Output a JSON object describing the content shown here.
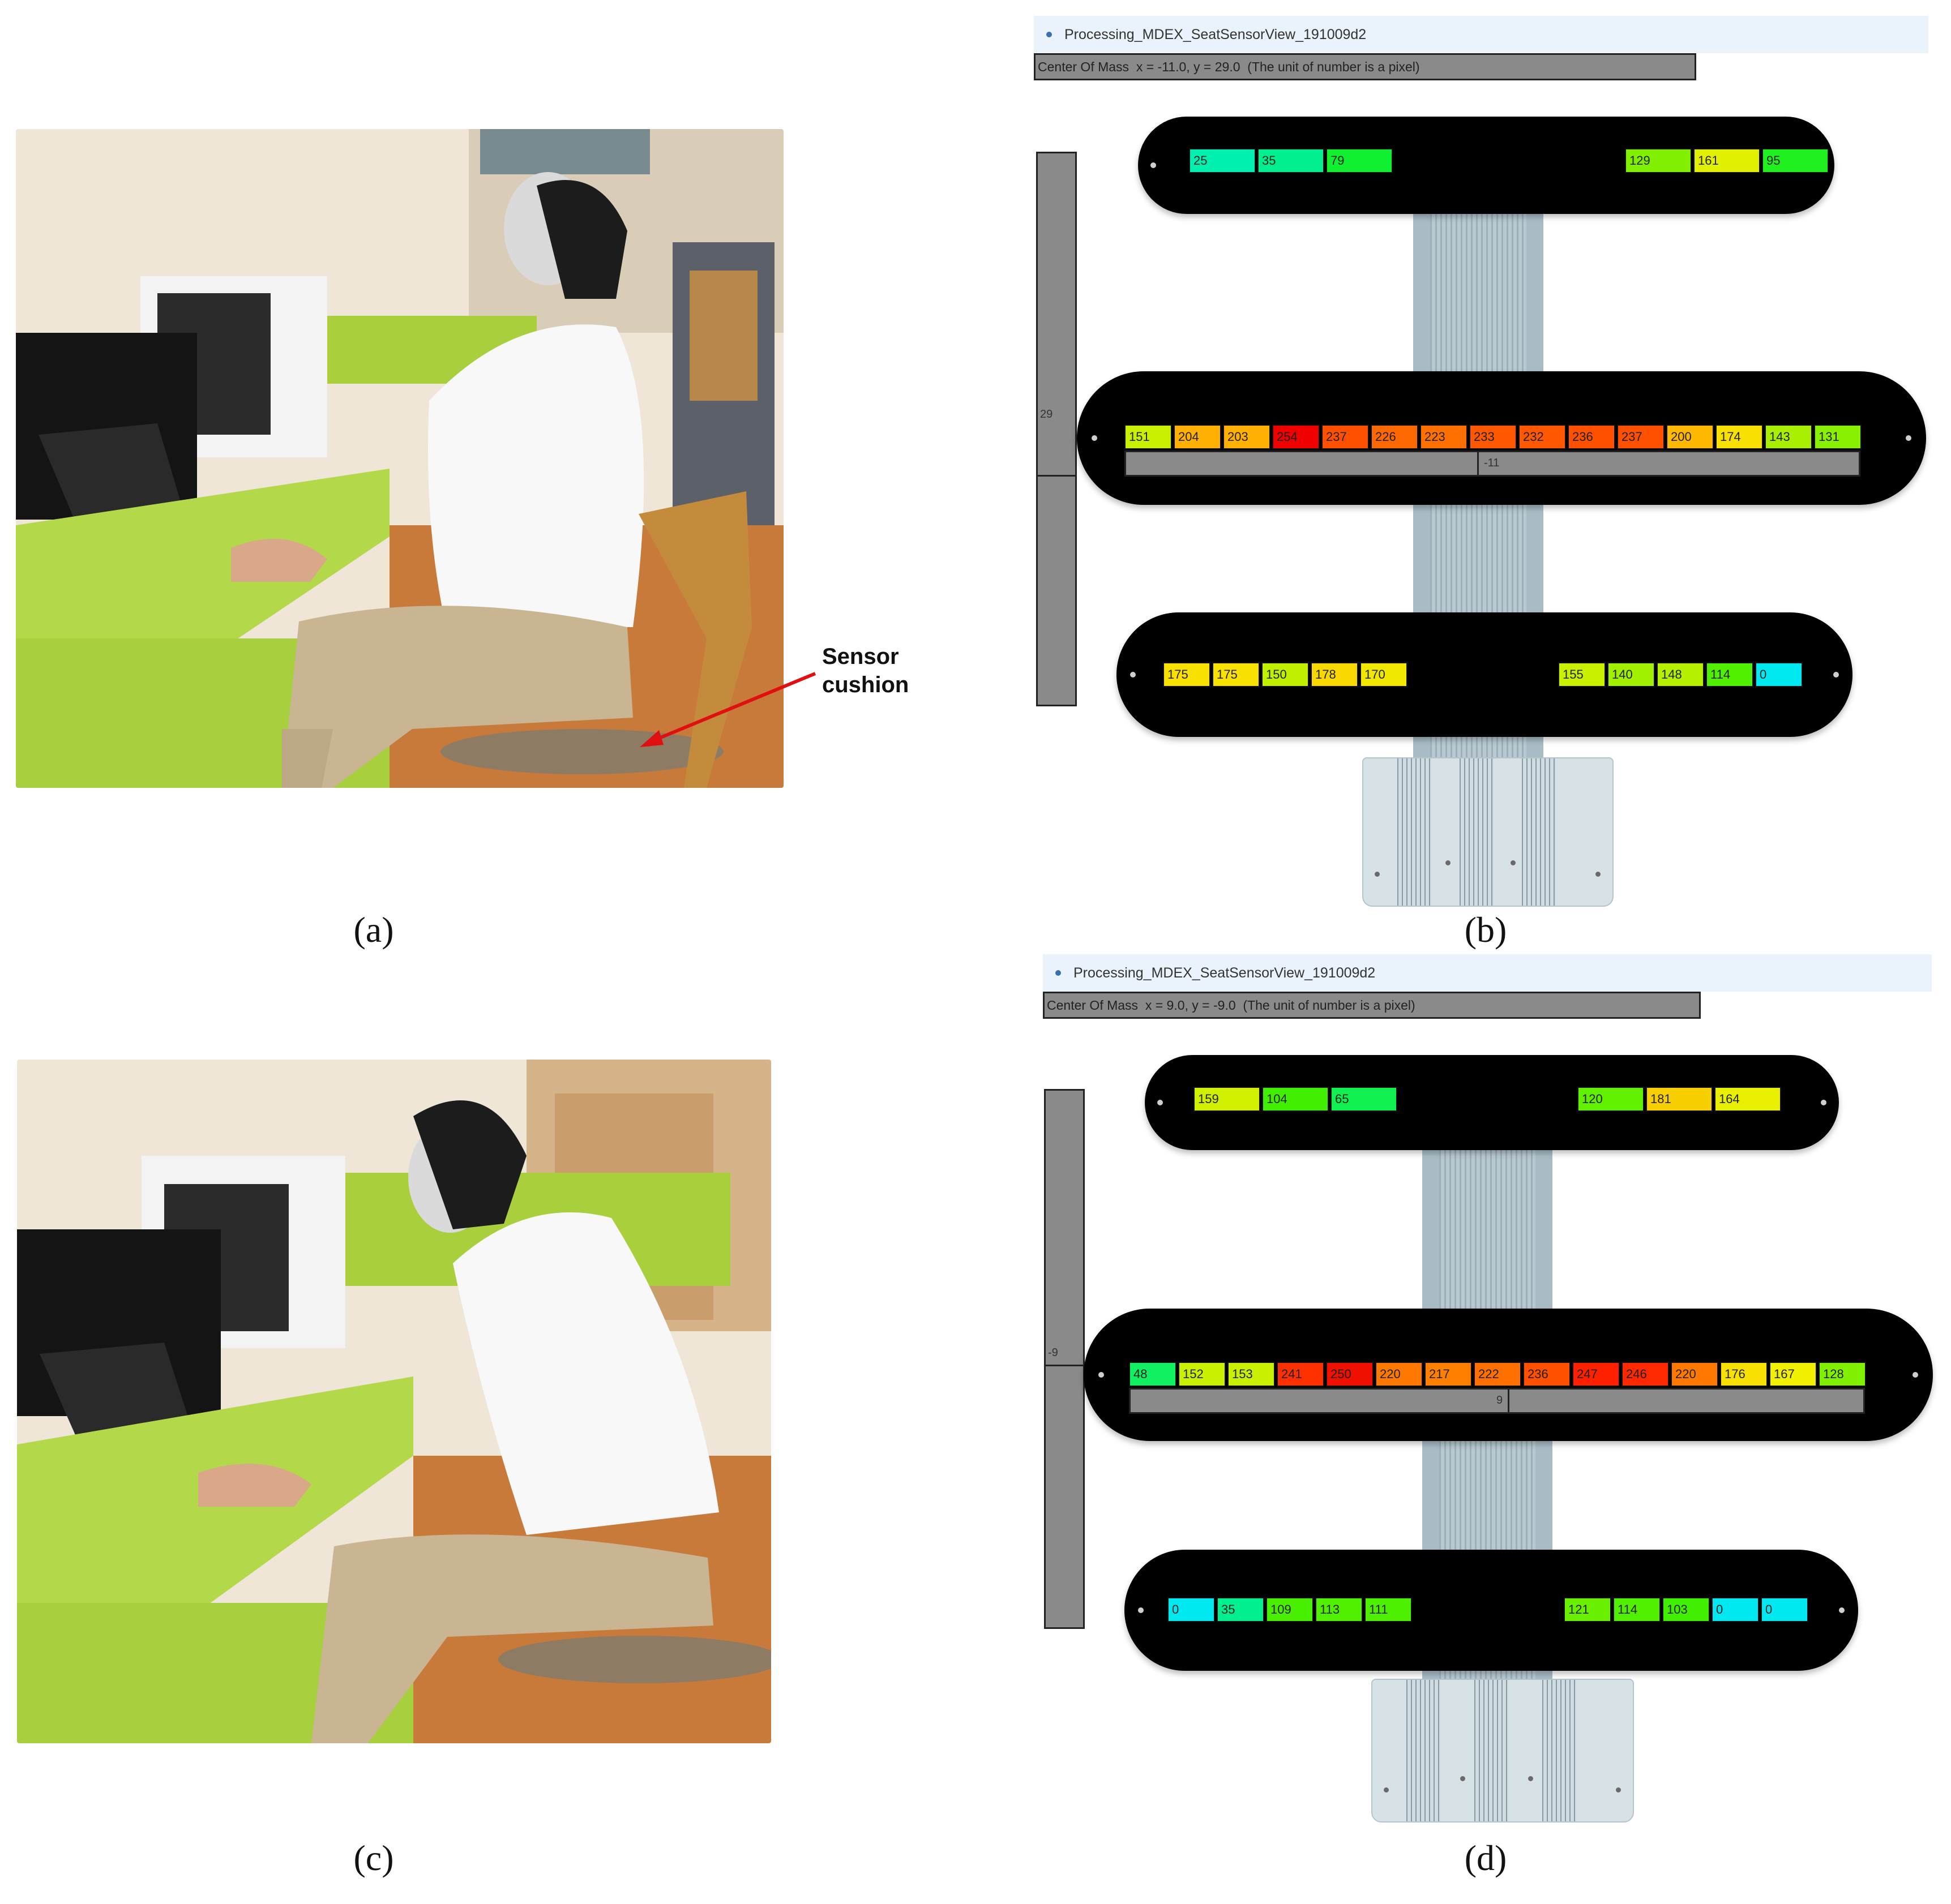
{
  "panels": {
    "a": {
      "caption": "(a)"
    },
    "b": {
      "caption": "(b)"
    },
    "c": {
      "caption": "(c)"
    },
    "d": {
      "caption": "(d)"
    }
  },
  "annotation": {
    "line1": "Sensor",
    "line2": "cushion",
    "arrow_color": "#e01010"
  },
  "view_b": {
    "window_title": "Processing_MDEX_SeatSensorView_191009d2",
    "center_of_mass": "Center Of Mass  x = -11.0, y = 29.0  (The unit of number is a pixel)",
    "y_label": "29",
    "x_label": "-11",
    "row1_left": [
      {
        "v": "25",
        "c": "#00f0b0"
      },
      {
        "v": "35",
        "c": "#00f090"
      },
      {
        "v": "79",
        "c": "#10f030"
      }
    ],
    "row1_right": [
      {
        "v": "129",
        "c": "#80f000"
      },
      {
        "v": "161",
        "c": "#e0f000"
      },
      {
        "v": "95",
        "c": "#20f020"
      }
    ],
    "row2": [
      {
        "v": "151",
        "c": "#c8f000"
      },
      {
        "v": "204",
        "c": "#ffb000"
      },
      {
        "v": "203",
        "c": "#ffb000"
      },
      {
        "v": "254",
        "c": "#f00000"
      },
      {
        "v": "237",
        "c": "#ff5000"
      },
      {
        "v": "226",
        "c": "#ff6800"
      },
      {
        "v": "223",
        "c": "#ff7000"
      },
      {
        "v": "233",
        "c": "#ff5800"
      },
      {
        "v": "232",
        "c": "#ff5800"
      },
      {
        "v": "236",
        "c": "#ff5000"
      },
      {
        "v": "237",
        "c": "#ff5000"
      },
      {
        "v": "200",
        "c": "#ffb800"
      },
      {
        "v": "174",
        "c": "#f8e000"
      },
      {
        "v": "143",
        "c": "#a8f000"
      },
      {
        "v": "131",
        "c": "#88f000"
      }
    ],
    "row3_left": [
      {
        "v": "175",
        "c": "#f8e000"
      },
      {
        "v": "175",
        "c": "#f8e000"
      },
      {
        "v": "150",
        "c": "#c0f000"
      },
      {
        "v": "178",
        "c": "#f8d800"
      },
      {
        "v": "170",
        "c": "#f0e800"
      }
    ],
    "row3_right": [
      {
        "v": "155",
        "c": "#c8f000"
      },
      {
        "v": "140",
        "c": "#a0f000"
      },
      {
        "v": "148",
        "c": "#b4f000"
      },
      {
        "v": "114",
        "c": "#50f000"
      },
      {
        "v": "0",
        "c": "#00e8f0"
      }
    ]
  },
  "view_d": {
    "window_title": "Processing_MDEX_SeatSensorView_191009d2",
    "center_of_mass": "Center Of Mass  x = 9.0, y = -9.0  (The unit of number is a pixel)",
    "y_label": "-9",
    "x_label": "9",
    "row1_left": [
      {
        "v": "159",
        "c": "#d0f000"
      },
      {
        "v": "104",
        "c": "#40f000"
      },
      {
        "v": "65",
        "c": "#10f050"
      }
    ],
    "row1_right": [
      {
        "v": "120",
        "c": "#60f000"
      },
      {
        "v": "181",
        "c": "#f8d000"
      },
      {
        "v": "164",
        "c": "#e8f000"
      }
    ],
    "row2": [
      {
        "v": "48",
        "c": "#10f060"
      },
      {
        "v": "152",
        "c": "#c8f000"
      },
      {
        "v": "153",
        "c": "#c8f000"
      },
      {
        "v": "241",
        "c": "#ff3000"
      },
      {
        "v": "250",
        "c": "#f01000"
      },
      {
        "v": "220",
        "c": "#ff7800"
      },
      {
        "v": "217",
        "c": "#ff8000"
      },
      {
        "v": "222",
        "c": "#ff7000"
      },
      {
        "v": "236",
        "c": "#ff5000"
      },
      {
        "v": "247",
        "c": "#ff2000"
      },
      {
        "v": "246",
        "c": "#ff2800"
      },
      {
        "v": "220",
        "c": "#ff7800"
      },
      {
        "v": "176",
        "c": "#f8e000"
      },
      {
        "v": "167",
        "c": "#f0f000"
      },
      {
        "v": "128",
        "c": "#80f000"
      }
    ],
    "row3_left": [
      {
        "v": "0",
        "c": "#00e8f0"
      },
      {
        "v": "35",
        "c": "#00f090"
      },
      {
        "v": "109",
        "c": "#48f000"
      },
      {
        "v": "113",
        "c": "#50f000"
      },
      {
        "v": "111",
        "c": "#4cf000"
      }
    ],
    "row3_right": [
      {
        "v": "121",
        "c": "#68f000"
      },
      {
        "v": "114",
        "c": "#50f000"
      },
      {
        "v": "103",
        "c": "#40f000"
      },
      {
        "v": "0",
        "c": "#00e8f0"
      },
      {
        "v": "0",
        "c": "#00e8f0"
      }
    ]
  }
}
